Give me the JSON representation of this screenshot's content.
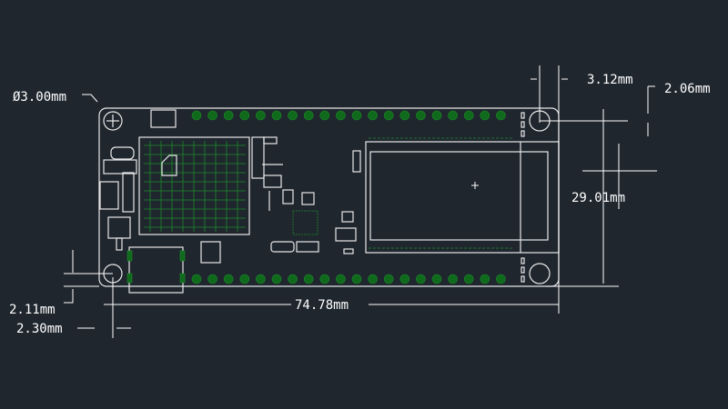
{
  "dimensions": {
    "hole_diameter": "Ø3.00mm",
    "hole_offset_x_right": "3.12mm",
    "hole_offset_y_top": "2.06mm",
    "hole_spacing_y": "29.01mm",
    "hole_spacing_x": "74.78mm",
    "hole_offset_y_bottom": "2.11mm",
    "hole_offset_x_left": "2.30mm"
  },
  "colors": {
    "background": "#1f262e",
    "outline": "#e8e8e8",
    "copper": "#1f8a2a"
  }
}
